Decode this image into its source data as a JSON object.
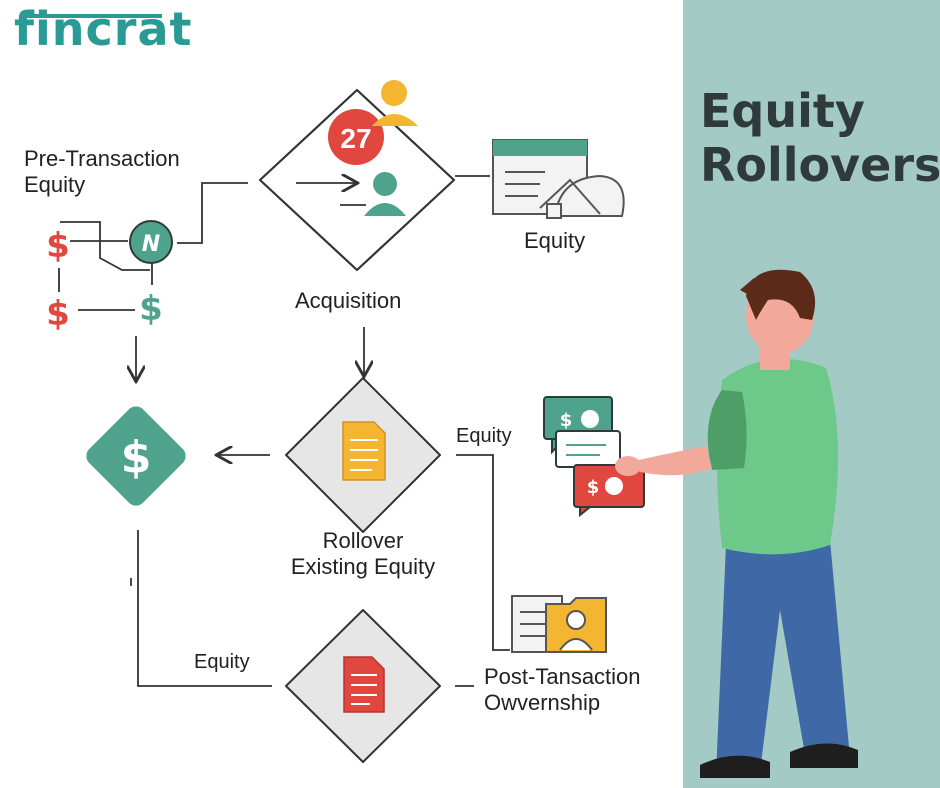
{
  "brand": {
    "name": "fincrat"
  },
  "title": {
    "line1": "Equity",
    "line2": "Rollovers"
  },
  "diagram": {
    "pre_transaction": {
      "line1": "Pre-Transaction",
      "line2": "Equity"
    },
    "acquisition_badge": "27",
    "coin_symbol": "N",
    "equity_doc_label": "Equity",
    "acquisition_label": "Acquisition",
    "rollover": {
      "line1": "Rollover",
      "line2": "Existing Equity"
    },
    "equity_right_label": "Equity",
    "equity_bottom_label": "Equity",
    "post_transaction": {
      "line1": "Post-Tansaction",
      "line2": "Owvernship"
    },
    "dollar_symbol": "$",
    "ticket_text": "$"
  },
  "colors": {
    "brand": "#2a9a95",
    "teal": "#4fa38d",
    "red": "#e0483f",
    "orange": "#f4b531",
    "panel": "#a3cac5"
  }
}
